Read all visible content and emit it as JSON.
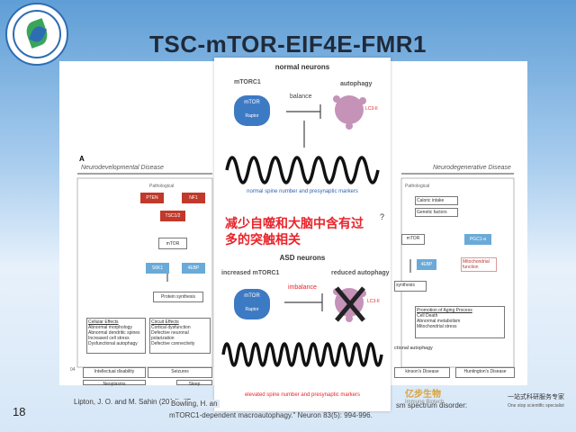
{
  "slide": {
    "title": "TSC-mTOR-EIF4E-FMR1",
    "page_number": "18"
  },
  "back_figure": {
    "panel_label": "A",
    "left_header": "Neurodevelopmental Disease",
    "right_header": "Neurodegenerative Disease",
    "left": {
      "pathological": "Pathological",
      "nodes": [
        "PTEN",
        "NF1",
        "TSC1/2",
        "mTOR",
        "S6K1",
        "4EBP",
        "Protein synthesis"
      ],
      "cellular_effects_title": "Cellular Effects",
      "cellular_effects": [
        "Abnormal morphology",
        "Abnormal dendritic spines",
        "Increased cell stress",
        "Dysfunctional autophagy"
      ],
      "circuit_effects_title": "Circuit Effects",
      "circuit_effects": [
        "Cortical dysfunction",
        "Defective neuronal polarization",
        "Defective connectivity"
      ],
      "outcomes": [
        "Intellectual disability",
        "Seizures",
        "Neoplasms",
        "Sleep"
      ],
      "footnote_stub": "04"
    },
    "right": {
      "pathological": "Pathological",
      "inputs": [
        "Caloric intake",
        "Genetic factors"
      ],
      "nodes": [
        "mTOR",
        "PGC1-a",
        "4EBP",
        "Mitochondrial function",
        "synthesis"
      ],
      "aging_title": "Promotion of Aging Process",
      "aging": [
        "Cell Death",
        "Abnormal metabolism",
        "Mitochondrial stress"
      ],
      "autophagy_label": "ctional autophagy",
      "outcomes": [
        "kinson's Disease",
        "Huntington's Disease"
      ]
    }
  },
  "front_figure": {
    "normal_title": "normal neurons",
    "mtorc1_label": "mTORC1",
    "mtor": "mTOR",
    "raptor": "Raptor",
    "balance": "balance",
    "autophagy": "autophagy",
    "lc3": "LC3-II",
    "normal_caption": "normal spine number and presynaptic markers",
    "chinese_note_line1": "减少自噬和大脑中含有过",
    "chinese_note_line2": "多的突触相关",
    "asd_title": "ASD neurons",
    "increased_label": "increased mTORC1",
    "imbalance": "imbalance",
    "reduced_autophagy": "reduced autophagy",
    "elevated_caption": "elevated spine number and presynaptic markers",
    "question_mark": "?"
  },
  "citations": {
    "ref1_left": "Lipton, J. O. and M. Sahin (2014). \"T",
    "ref2_left": "Bowling, H. an",
    "ref2_right": "sm spectrum disorder:",
    "ref2_line2": "mTORC1-dependent macroautophagy.\" Neuron 83(5): 994-996."
  },
  "watermark": {
    "brand": "Immune Biotech",
    "cn_brand": "亿步生物",
    "cn_slogan": "一站式科研服务专家",
    "en_slogan": "One stop scientific specialist"
  }
}
